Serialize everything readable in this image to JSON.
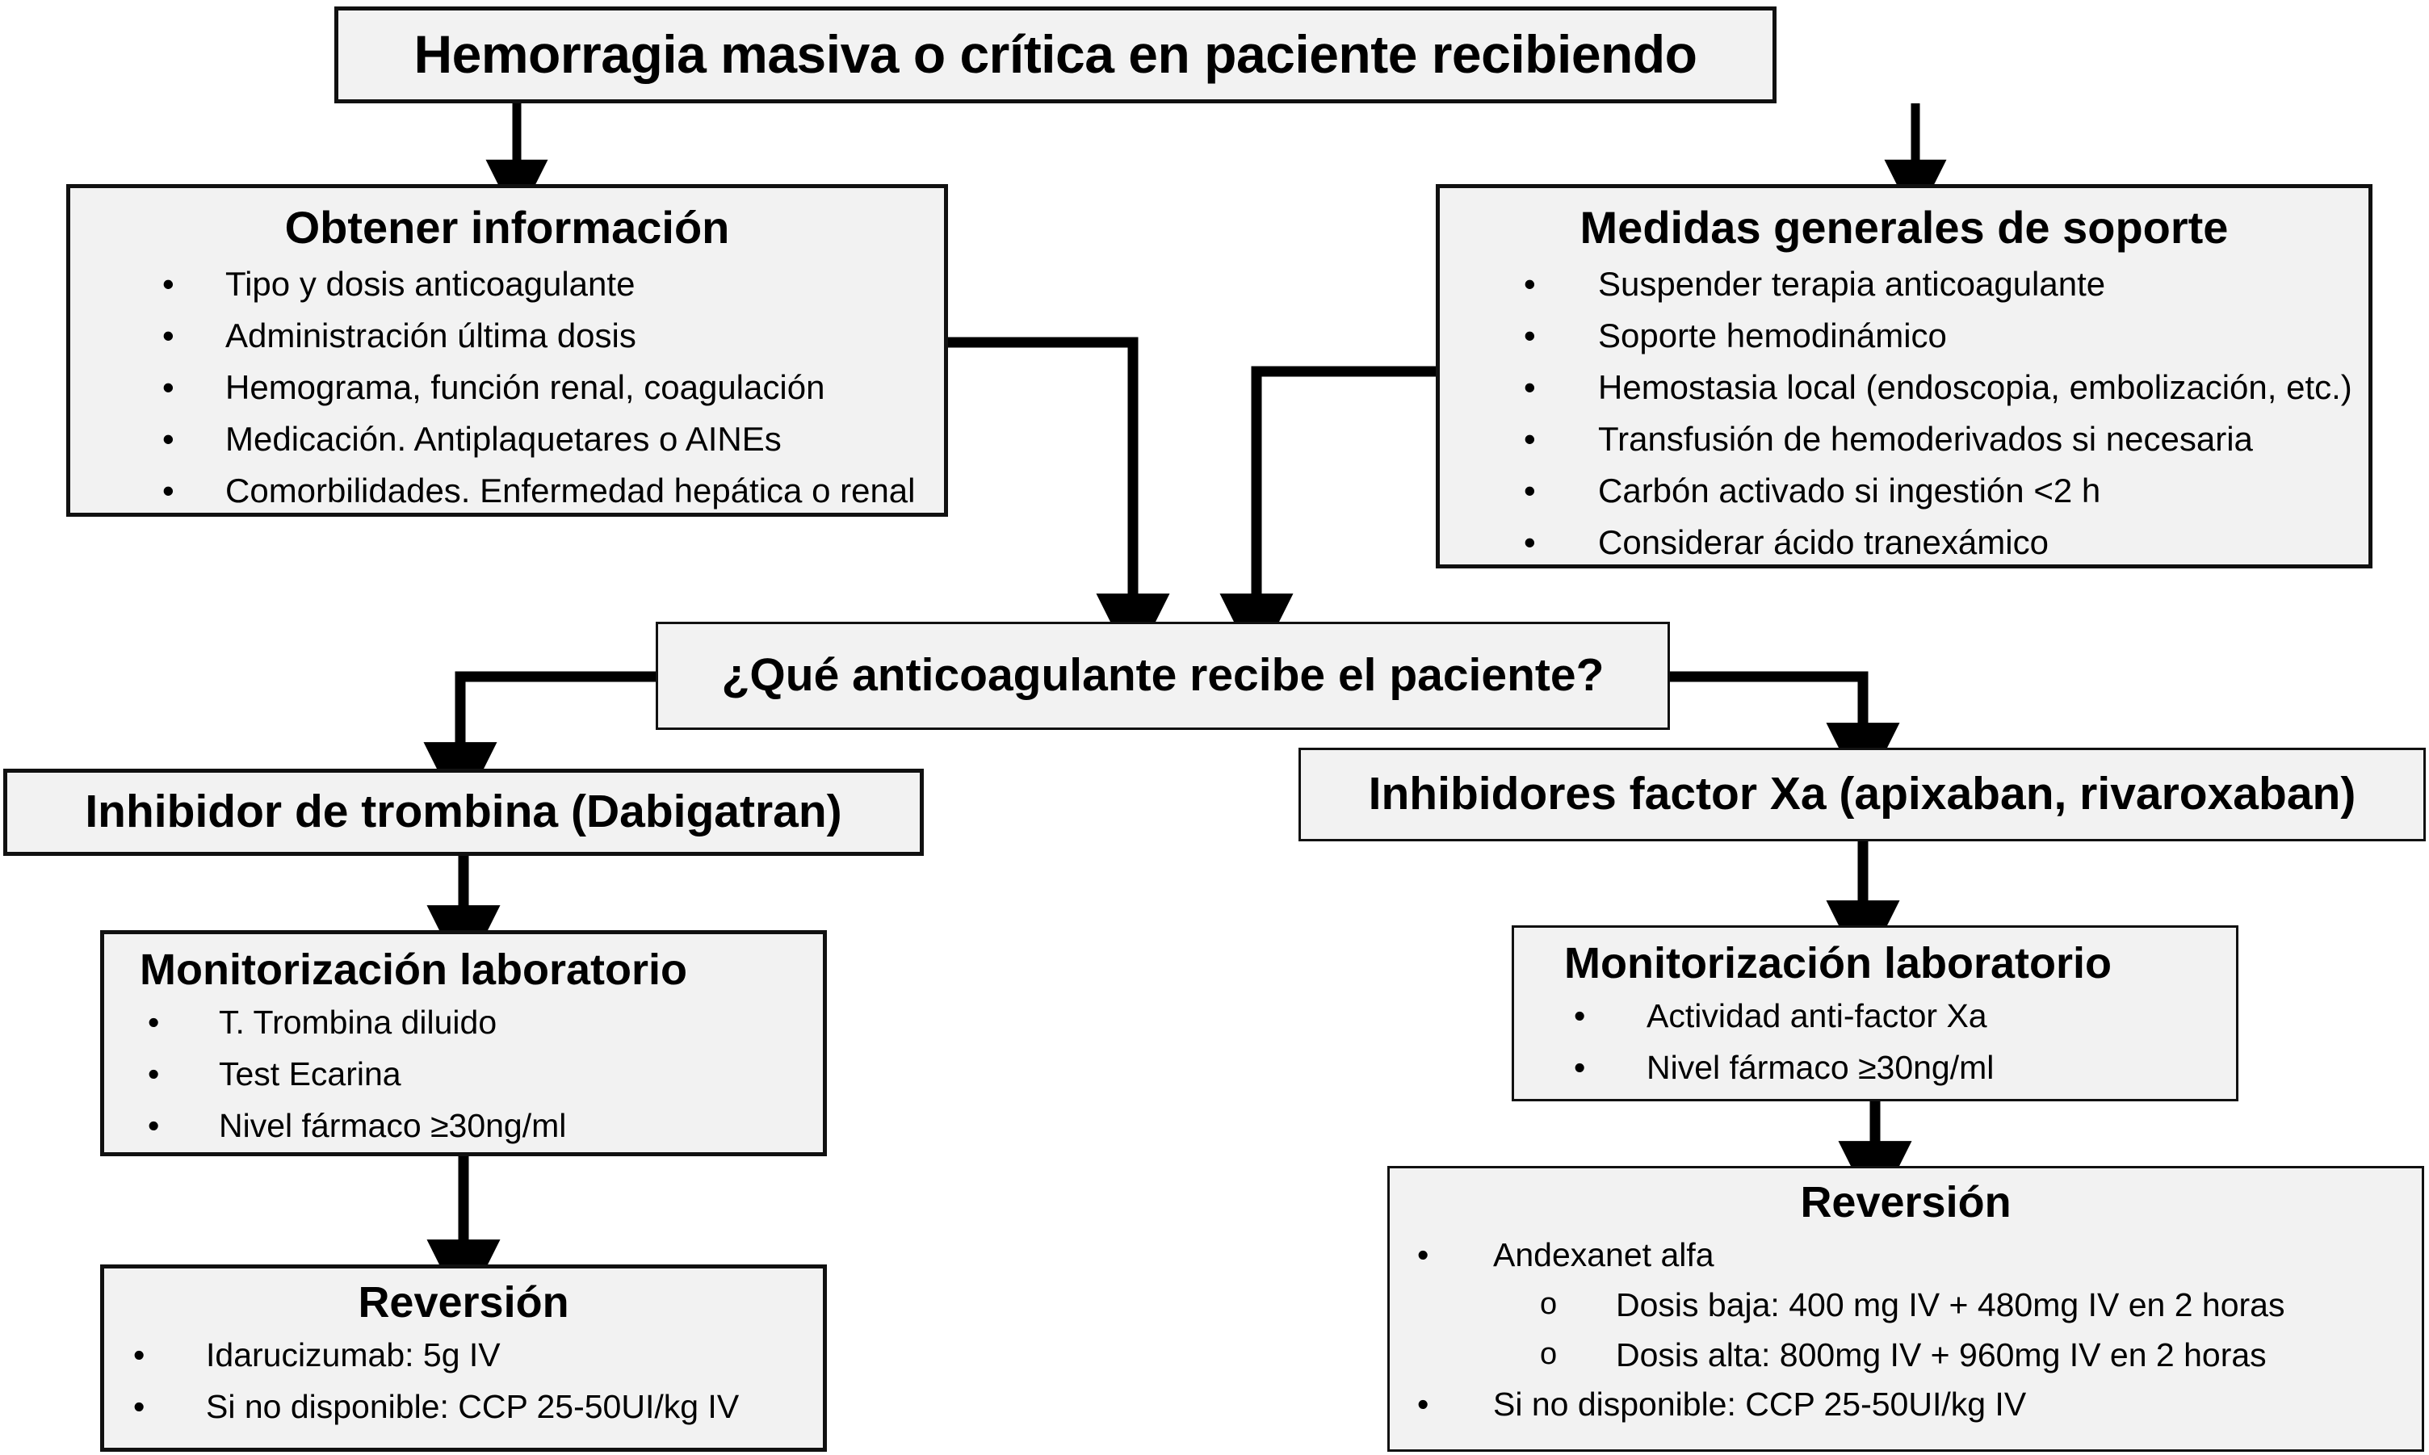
{
  "title_box": {
    "label": "Hemorragia masiva o crítica en paciente recibiendo"
  },
  "obtener": {
    "title": "Obtener información",
    "bullet_glyph": "•",
    "items": [
      "Tipo y dosis anticoagulante",
      "Administración última dosis",
      "Hemograma, función renal, coagulación",
      "Medicación. Antiplaquetares o AINEs",
      "Comorbilidades. Enfermedad hepática o renal"
    ]
  },
  "medidas": {
    "title": "Medidas generales de soporte",
    "bullet_glyph": "•",
    "items": [
      "Suspender terapia anticoagulante",
      "Soporte hemodinámico",
      "Hemostasia local (endoscopia, embolización, etc.)",
      "Transfusión de hemoderivados si necesaria",
      "Carbón activado si ingestión <2 h",
      "Considerar ácido tranexámico"
    ]
  },
  "decision": {
    "label": "¿Qué anticoagulante recibe el paciente?"
  },
  "branch_left": {
    "label": "Inhibidor de trombina (Dabigatran)"
  },
  "branch_right": {
    "label": "Inhibidores factor Xa (apixaban, rivaroxaban)"
  },
  "lab_left": {
    "title": "Monitorización laboratorio",
    "bullet_glyph": "•",
    "items": [
      "T. Trombina diluido",
      "Test Ecarina",
      "Nivel fármaco  ≥30ng/ml"
    ]
  },
  "lab_right": {
    "title": "Monitorización laboratorio",
    "bullet_glyph": "•",
    "items": [
      "Actividad anti-factor Xa",
      "Nivel fármaco  ≥30ng/ml"
    ]
  },
  "reversion_left": {
    "title": "Reversión",
    "bullet_glyph": "•",
    "items": [
      "Idarucizumab: 5g IV",
      "Si no disponible: CCP 25-50UI/kg IV"
    ]
  },
  "reversion_right": {
    "title": "Reversión",
    "bullet_glyph": "•",
    "sub_bullet_glyph": "o",
    "items": [
      "Andexanet alfa",
      "Dosis baja: 400 mg IV + 480mg IV en 2 horas",
      "Dosis alta: 800mg IV + 960mg IV en 2 horas",
      "Si no disponible: CCP 25-50UI/kg IV"
    ]
  },
  "colors": {
    "node_fill": "#f2f2f2",
    "node_border": "#111111",
    "connector": "#000000",
    "page_background": "#ffffff",
    "text": "#000000"
  }
}
